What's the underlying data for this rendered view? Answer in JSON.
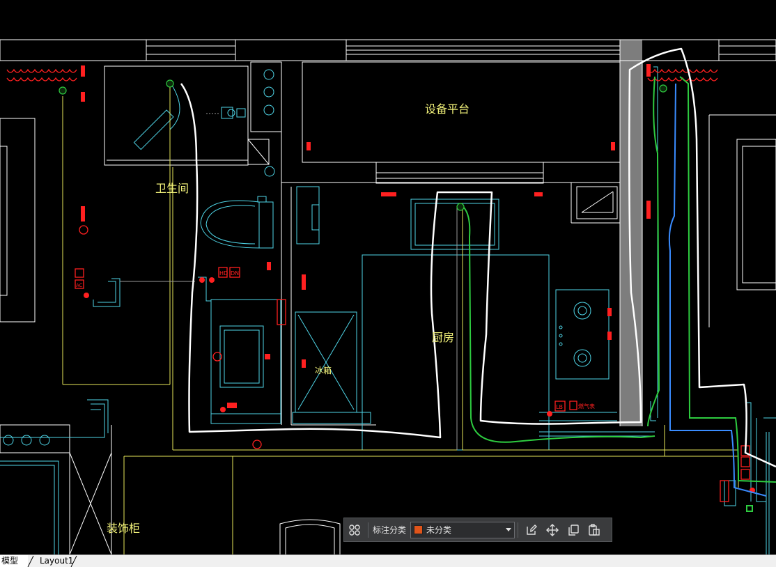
{
  "drawing": {
    "labels": {
      "platform": "设备平台",
      "bathroom": "卫生间",
      "kitchen": "厨房",
      "fridge": "冰箱",
      "cabinet": "装饰柜"
    },
    "fixture_tags": {
      "hd": "HD",
      "dn": "DN",
      "ac": "AC",
      "lb": "LB",
      "gas": "燃气表"
    }
  },
  "annotation_toolbar": {
    "grid_icon": "grid-icon",
    "category_label": "标注分类",
    "category_value": "未分类",
    "category_color": "#e0541a",
    "tools": [
      "edit-icon",
      "move-icon",
      "copy-icon",
      "paste-icon"
    ]
  },
  "tabs": {
    "model": "模型",
    "layout1": "Layout1"
  },
  "colors": {
    "background": "#000000",
    "wall": "#ffffff",
    "cyan": "#4fd6e8",
    "yellow": "#e8e85a",
    "red": "#ff2020",
    "green": "#2ecc40",
    "blue": "#3a8cff",
    "gray_shaft": "#808080"
  }
}
